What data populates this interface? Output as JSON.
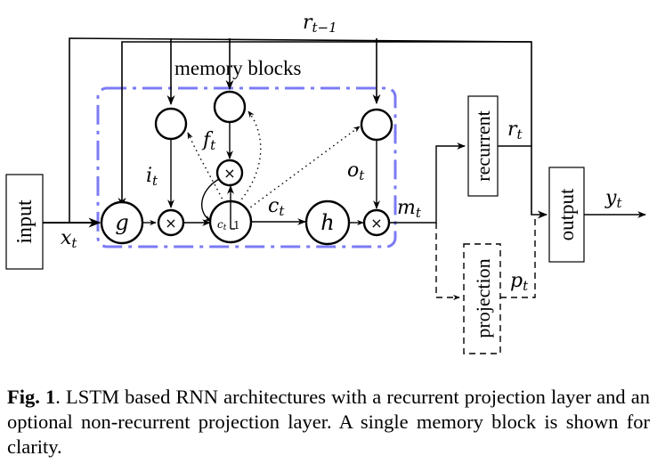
{
  "figure": {
    "title": "memory blocks",
    "boxes": {
      "input": "input",
      "recurrent": "recurrent",
      "output": "output",
      "projection": "projection"
    },
    "nodes": {
      "g": "g",
      "h": "h",
      "multiply": "×",
      "cell_state": "c",
      "cell_state_sub": "t",
      "cell_delay": "−1"
    },
    "signals": {
      "r_prev": {
        "base": "r",
        "sub": "t−1"
      },
      "x_t": {
        "base": "x",
        "sub": "t"
      },
      "i_t": {
        "base": "i",
        "sub": "t"
      },
      "f_t": {
        "base": "f",
        "sub": "t"
      },
      "o_t": {
        "base": "o",
        "sub": "t"
      },
      "c_t": {
        "base": "c",
        "sub": "t"
      },
      "m_t": {
        "base": "m",
        "sub": "t"
      },
      "r_t": {
        "base": "r",
        "sub": "t"
      },
      "p_t": {
        "base": "p",
        "sub": "t"
      },
      "y_t": {
        "base": "y",
        "sub": "t"
      }
    },
    "colors": {
      "memory_block_border": "#7b7bf5",
      "line": "#000000"
    }
  },
  "caption": {
    "label": "Fig. 1",
    "text": ". LSTM based RNN architectures with a recurrent projection layer and an optional non-recurrent projection layer. A single memory block is shown for clarity."
  }
}
